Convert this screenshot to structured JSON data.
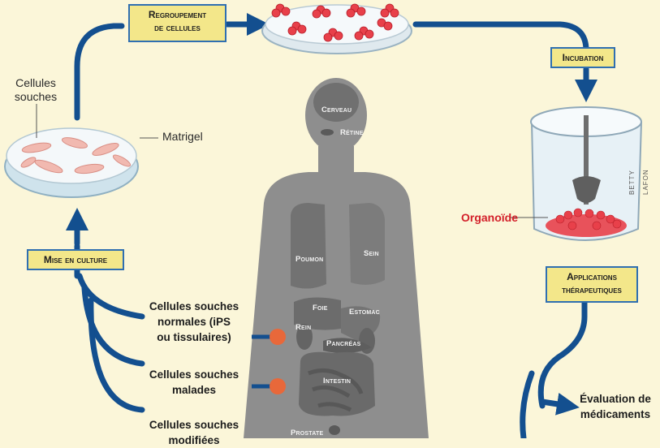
{
  "labels": {
    "regroupement_line1": "Regroupement",
    "regroupement_line2": "de cellules",
    "incubation": "Incubation",
    "mise_en_culture": "Mise en culture",
    "applications_line1": "Applications",
    "applications_line2": "thérapeutiques",
    "cellules_souches_line1": "Cellules",
    "cellules_souches_line2": "souches",
    "matrigel": "Matrigel",
    "organoide": "Organoïde",
    "credit": "BETTY LAFON"
  },
  "organs": {
    "cerveau": "Cerveau",
    "retine": "Rétine",
    "poumon": "Poumon",
    "sein": "Sein",
    "foie": "Foie",
    "estomac": "Estomac",
    "rein": "Rein",
    "pancreas": "Pancréas",
    "intestin": "Intestin",
    "prostate": "Prostate"
  },
  "sources": {
    "normales_l1": "Cellules souches",
    "normales_l2": "normales (iPS",
    "normales_l3": "ou tissulaires)",
    "malades_l1": "Cellules souches",
    "malades_l2": "malades",
    "modifiees_l1": "Cellules souches",
    "modifiees_l2": "modifiées"
  },
  "applications": {
    "evaluation_l1": "Évaluation de",
    "evaluation_l2": "médicaments"
  },
  "colors": {
    "background": "#fbf6d9",
    "arrow_blue": "#134f8f",
    "box_fill": "#f3e78a",
    "box_border": "#2f6fb1",
    "body_gray": "#8a8a8a",
    "organ_gray": "#6d6d6d",
    "cell_red": "#e8404a",
    "dot_orange": "#e8683a",
    "organoide_red": "#d3202a"
  }
}
